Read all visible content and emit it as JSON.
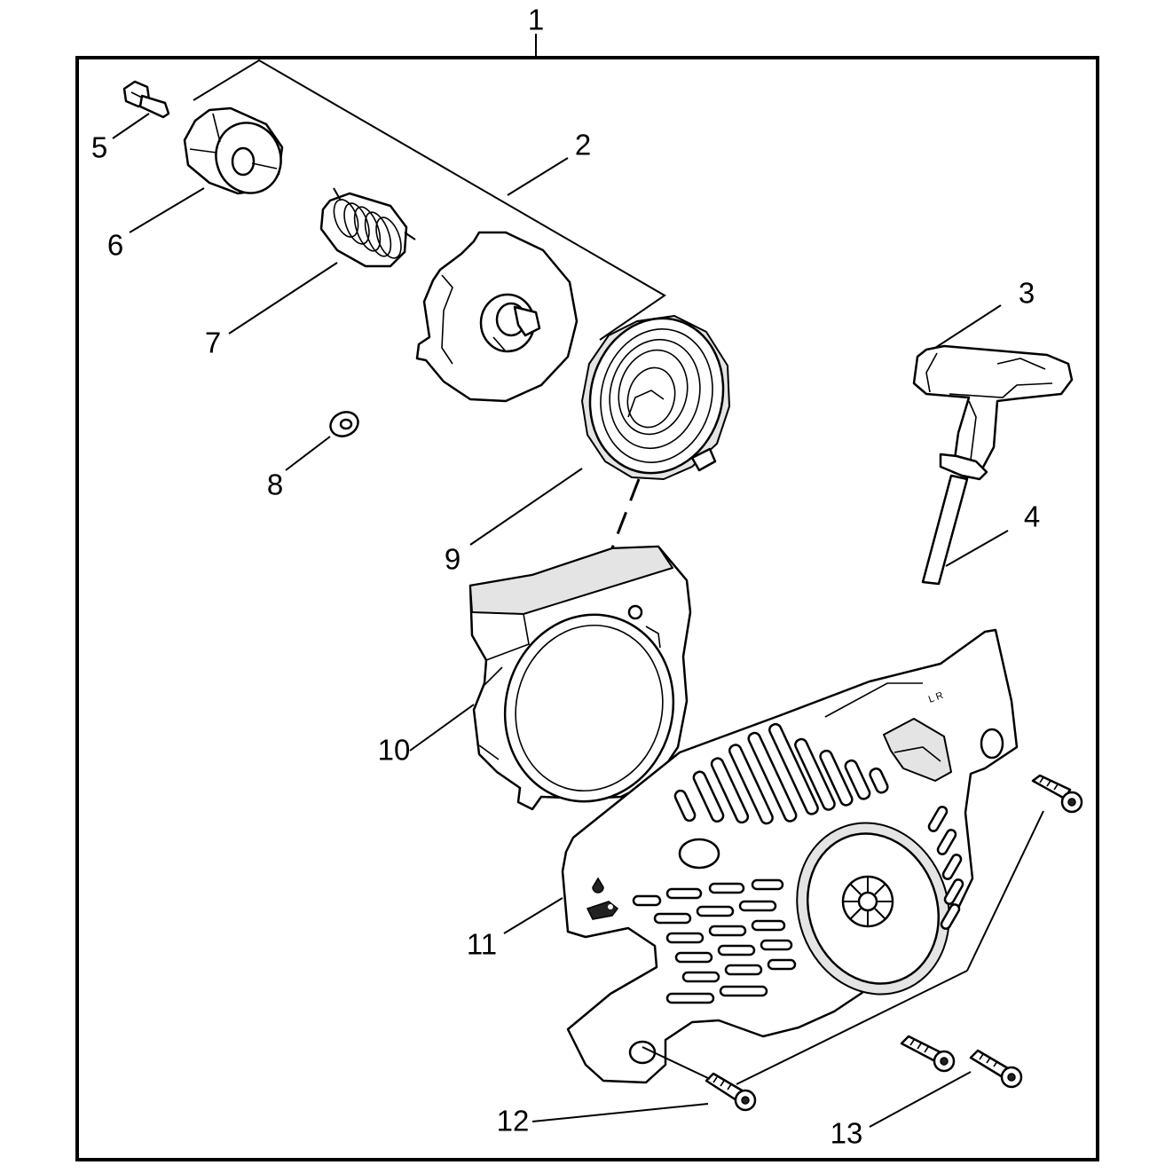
{
  "callouts": {
    "c1": "1",
    "c2": "2",
    "c3": "3",
    "c4": "4",
    "c5": "5",
    "c6": "6",
    "c7": "7",
    "c8": "8",
    "c9": "9",
    "c10": "10",
    "c11": "11",
    "c12": "12",
    "c13": "13"
  },
  "parts": [
    {
      "ref": "1",
      "icon": "starter-assembly-frame"
    },
    {
      "ref": "2",
      "icon": "pulley-kit-bracket"
    },
    {
      "ref": "3",
      "icon": "starter-handle-icon"
    },
    {
      "ref": "4",
      "icon": "starter-rope-icon"
    },
    {
      "ref": "5",
      "icon": "screw-icon"
    },
    {
      "ref": "6",
      "icon": "pulley-icon"
    },
    {
      "ref": "7",
      "icon": "coil-spring-icon"
    },
    {
      "ref": "8",
      "icon": "washer-icon"
    },
    {
      "ref": "9",
      "icon": "recoil-spring-icon"
    },
    {
      "ref": "10",
      "icon": "fan-housing-icon"
    },
    {
      "ref": "11",
      "icon": "starter-cover-icon"
    },
    {
      "ref": "12",
      "icon": "bolt-icon"
    },
    {
      "ref": "13",
      "icon": "bolt-icon"
    }
  ],
  "colors": {
    "line": "#000000",
    "background": "#ffffff",
    "shade": "#e4e4e4"
  },
  "cover_marking": "L R"
}
